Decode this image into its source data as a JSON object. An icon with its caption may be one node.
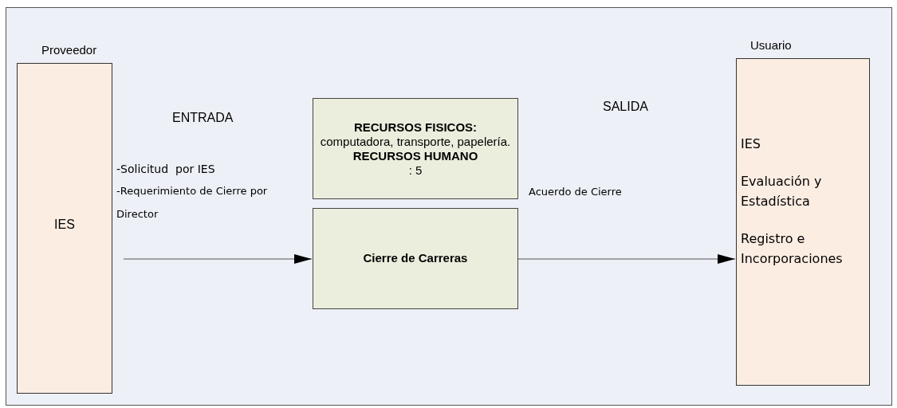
{
  "diagram": {
    "nodes": [
      {
        "text": [
          "Proveedor",
          "IES"
        ]
      },
      {
        "text": [
          "**RECURSOS FISICOS:** computadora, transporte, papelería.",
          "**RECURSOS HUMANO**: 5"
        ]
      },
      {
        "text": [
          "Cierre de Carreras"
        ]
      },
      {
        "text": [
          "Usuario",
          "IES",
          "Evaluación y Estadística",
          "Registro e Incorporaciones"
        ]
      }
    ],
    "edges": [
      {
        "from": 0,
        "to": 2,
        "arrow": "to"
      },
      {
        "from": 2,
        "to": 3,
        "arrow": "to"
      }
    ],
    "labels": [
      "ENTRADA",
      "-Solicitud  por IES",
      "-Requerimiento de Cierre por Director",
      "SALIDA",
      "Acuerdo de Cierre"
    ]
  }
}
